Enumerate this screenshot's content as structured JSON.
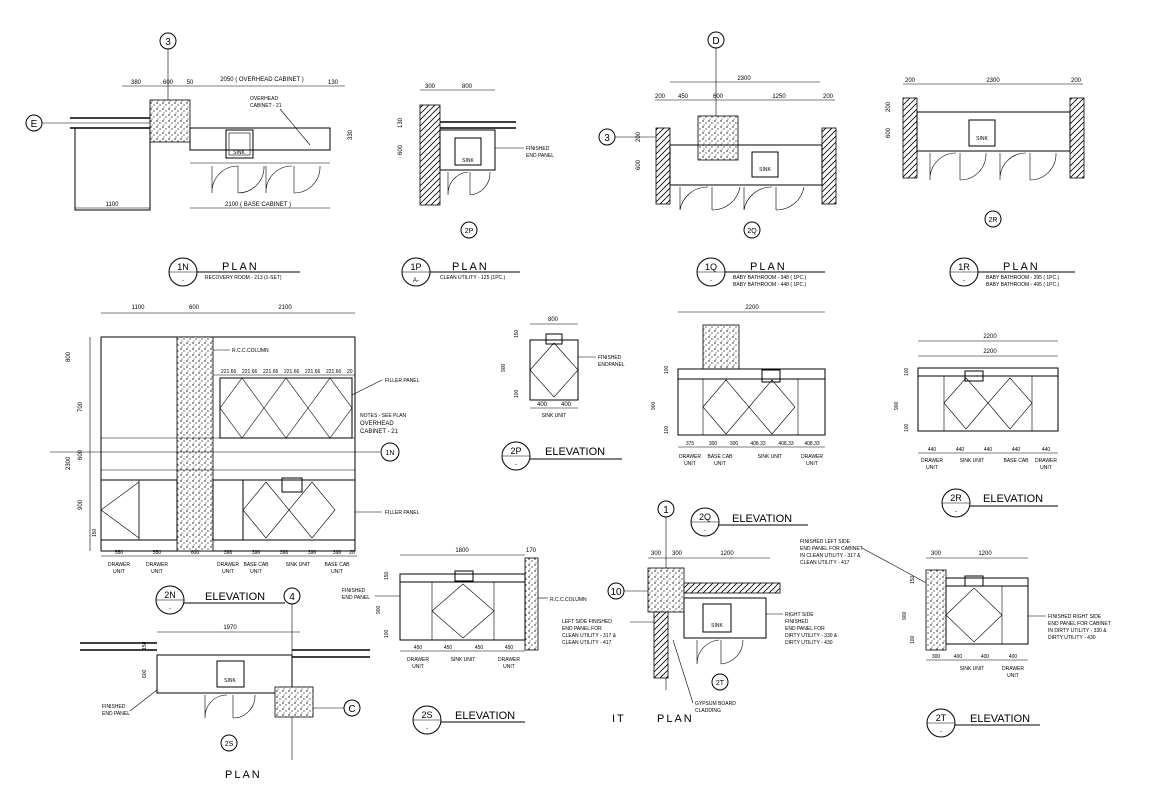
{
  "views": {
    "v1N": {
      "id": "1N",
      "ref": "-",
      "title": "PLAN",
      "sub1": "RECOVERY ROOM - 213 (1-SET)",
      "grid_top": "3",
      "grid_left": "E",
      "dims": [
        "380",
        "600",
        "50",
        "2050 ( OVERHEAD CABINET )",
        "130",
        "1100",
        "2100 ( BASE CABINET )",
        "330"
      ],
      "note": [
        "OVERHEAD",
        "CABINET - 21"
      ],
      "sink": "SINK"
    },
    "v1P": {
      "id": "1P",
      "ref": "A-",
      "title": "PLAN",
      "sub1": "CLEAN UTILITY - 125 (1PC.)",
      "dims": [
        "300",
        "800",
        "130",
        "600"
      ],
      "note": [
        "FINISHED",
        "END PANEL"
      ],
      "sink": "SINK",
      "marker": "2P"
    },
    "v1Q": {
      "id": "1Q",
      "ref": "-",
      "title": "PLAN",
      "sub1": "BABY BATHROOM - 348 ( 1PC.)",
      "sub2": "BABY BATHROOM - 448 ( 1PC.)",
      "grid_top": "D",
      "grid_left": "3",
      "dims": [
        "2300",
        "200",
        "450",
        "600",
        "1250",
        "200",
        "200",
        "600"
      ],
      "sink": "SINK",
      "marker": "2Q"
    },
    "v1R": {
      "id": "1R",
      "ref": "-",
      "title": "PLAN",
      "sub1": "BABY BATHROOM - 395 ( 1PC.)",
      "sub2": "BABY BATHROOM - 495 ( 1PC.)",
      "dims": [
        "200",
        "2300",
        "200",
        "200",
        "600"
      ],
      "sink": "SINK",
      "marker": "2R"
    },
    "v2N": {
      "id": "2N",
      "ref": "-",
      "title": "ELEVATION",
      "dims_top": [
        "1100",
        "600",
        "2100"
      ],
      "dims_fil": [
        "221.66",
        "221.66",
        "221.66",
        "221.66",
        "221.66",
        "221.66",
        "20"
      ],
      "dims_left": [
        "800",
        "700",
        "600",
        "2300",
        "900",
        "150"
      ],
      "dims_bottom": [
        "550",
        "550",
        "600",
        "396",
        "396",
        "396",
        "396",
        "396",
        "20"
      ],
      "labels_bottom": [
        "DRAWER",
        "UNIT",
        "DRAWER",
        "UNIT",
        "DRAWER",
        "UNIT",
        "BASE CAB",
        "UNIT",
        "SINK UNIT",
        "BASE CAB",
        "UNIT"
      ],
      "notes": [
        "R.C.C.COLUMN",
        "FILLER PANEL",
        "NOTES:- SEE PLAN",
        "OVERHEAD",
        "CABINET - 21",
        "FILLER PANEL"
      ],
      "marker": "1N"
    },
    "v2P": {
      "id": "2P",
      "ref": "-",
      "title": "ELEVATION",
      "dims": [
        "800",
        "150",
        "900",
        "100",
        "400",
        "400"
      ],
      "labels": [
        "SINK UNIT"
      ],
      "note": [
        "FINISHED",
        "ENDPANEL"
      ]
    },
    "v2Q": {
      "id": "2Q",
      "ref": "-",
      "title": "ELEVATION",
      "dims": [
        "2200",
        "100",
        "900",
        "100",
        "375",
        "300",
        "300",
        "408.33",
        "408.33",
        "408.33"
      ],
      "labels": [
        "DRAWER",
        "UNIT",
        "BASE CAB",
        "UNIT",
        "SINK UNIT",
        "DRAWER",
        "UNIT"
      ]
    },
    "v2R": {
      "id": "2R",
      "ref": "-",
      "title": "ELEVATION",
      "dims": [
        "2200",
        "2200",
        "100",
        "900",
        "100",
        "440",
        "440",
        "440",
        "440",
        "440"
      ],
      "labels": [
        "DRAWER",
        "UNIT",
        "SINK UNIT",
        "BASE CAB",
        "DRAWER",
        "UNIT"
      ]
    },
    "v2S": {
      "id": "2S",
      "ref": "-",
      "title": "ELEVATION",
      "dims": [
        "1800",
        "170",
        "150",
        "900",
        "100",
        "450",
        "450",
        "450",
        "450"
      ],
      "labels": [
        "DRAWER",
        "UNIT",
        "SINK UNIT",
        "DRAWER",
        "UNIT"
      ],
      "note": [
        "FINISHED",
        "END PANEL"
      ],
      "note2": "R.C.C.COLUMN"
    },
    "v2T": {
      "id": "2T",
      "ref": "-",
      "title": "ELEVATION",
      "dims": [
        "300",
        "1200",
        "150",
        "900",
        "100",
        "300",
        "400",
        "400",
        "400"
      ],
      "labels": [
        "SINK UNIT",
        "DRAWER",
        "UNIT"
      ],
      "note": [
        "FINISHED RIGHT SIDE",
        "END PANEL FOR CABINET",
        "IN DIRTY UTILITY - 330 &",
        "DIRTY UTILITY - 430"
      ]
    },
    "planS": {
      "title": "PLAN",
      "dims": [
        "1970",
        "150",
        "600"
      ],
      "grid_top": "4",
      "grid_right": "C",
      "note": [
        "FINISHED",
        "END PANEL"
      ],
      "sink": "SINK",
      "marker": "2S"
    },
    "planT": {
      "title_a": "IT",
      "title_b": "PLAN",
      "grid_top": "1",
      "grid_left": "10",
      "dims": [
        "300",
        "300",
        "1200"
      ],
      "sink": "SINK",
      "marker": "2T",
      "note_l": [
        "LEFT SIDE FINISHED",
        "END PANEL FOR",
        "CLEAN UTILITY - 317 &",
        "CLEAN UTILITY - 417"
      ],
      "note_t": [
        "FINISHED LEFT SIDE",
        "END PANEL FOR CABINET",
        "IN CLEAN UTILITY - 317 &",
        "CLEAN UTILITY - 417"
      ],
      "note_r": [
        "RIGHT SIDE",
        "FINISHED",
        "END PANEL FOR",
        "DIRTY UTILITY - 330 &",
        "DIRTY UTILITY - 430"
      ],
      "note_b": [
        "GYPSUM BOARD",
        "CLADDING"
      ]
    }
  }
}
